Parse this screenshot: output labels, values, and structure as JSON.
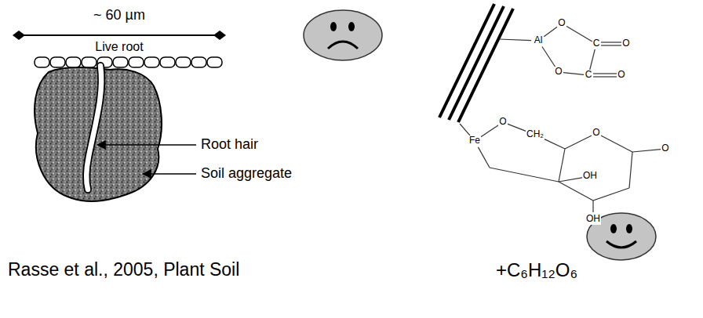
{
  "diagram": {
    "labels": [
      "~ 60 µm",
      "Live root",
      "Root hair",
      "Soil aggregate",
      "Al",
      "O",
      "C",
      "O",
      "O",
      "C",
      "O",
      "Fe",
      "O",
      "CH₂",
      "O",
      "O",
      "OH",
      "OH",
      "Rasse et al., 2005, Plant Soil",
      "+C₆H₁₂O₆"
    ]
  }
}
